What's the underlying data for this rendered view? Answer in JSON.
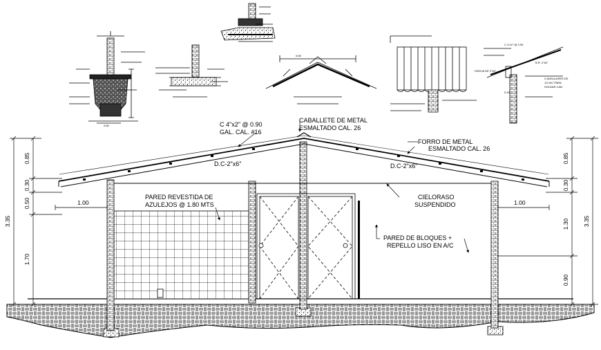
{
  "notes": {
    "purlin": [
      "C 4\"x2\" @ 0.90",
      "GAL. CAL. #16"
    ],
    "ridge": [
      "CABALLETE DE METAL",
      "ESMALTADO CAL. 26"
    ],
    "roofing": [
      "FORRO DE METAL",
      "ESMALTADO CAL. 26"
    ],
    "rafter_left": "D.C-2\"x6\"",
    "rafter_right": "D.C-2\"x6\"",
    "tile_wall": [
      "PARED REVESTIDA DE",
      "AZULEJOS @ 1.80 MTS"
    ],
    "ceiling": [
      "CIELORASO",
      "SUSPENDIDO"
    ],
    "block_wall": [
      "PARED DE BLOQUES +",
      "REPELLO LISO EN A/C"
    ]
  },
  "dimensions": {
    "left_total": "3.35",
    "left_segments": [
      "0.85",
      "0.30",
      "0.50",
      "1.70"
    ],
    "right_total": "3.35",
    "right_segments": [
      "0.85",
      "0.30",
      "1.30",
      "0.90"
    ],
    "eave_left": "1.00",
    "eave_right": "1.00"
  },
  "detail_labels": {
    "d1_bottom": "0.60",
    "d4_top": "0.60",
    "d6_a": "C 4\"x2\" @ 0.90",
    "d6_b": "B.R. 2\"x6\"",
    "d6_c": "FASCIA DE 2\"x6\"",
    "d6_d": "2 ANGULARES DE",
    "d6_e": "1/2 A/C PARA",
    "d6_f": "SOLDAR CAN",
    "d6_g": "0.30"
  }
}
